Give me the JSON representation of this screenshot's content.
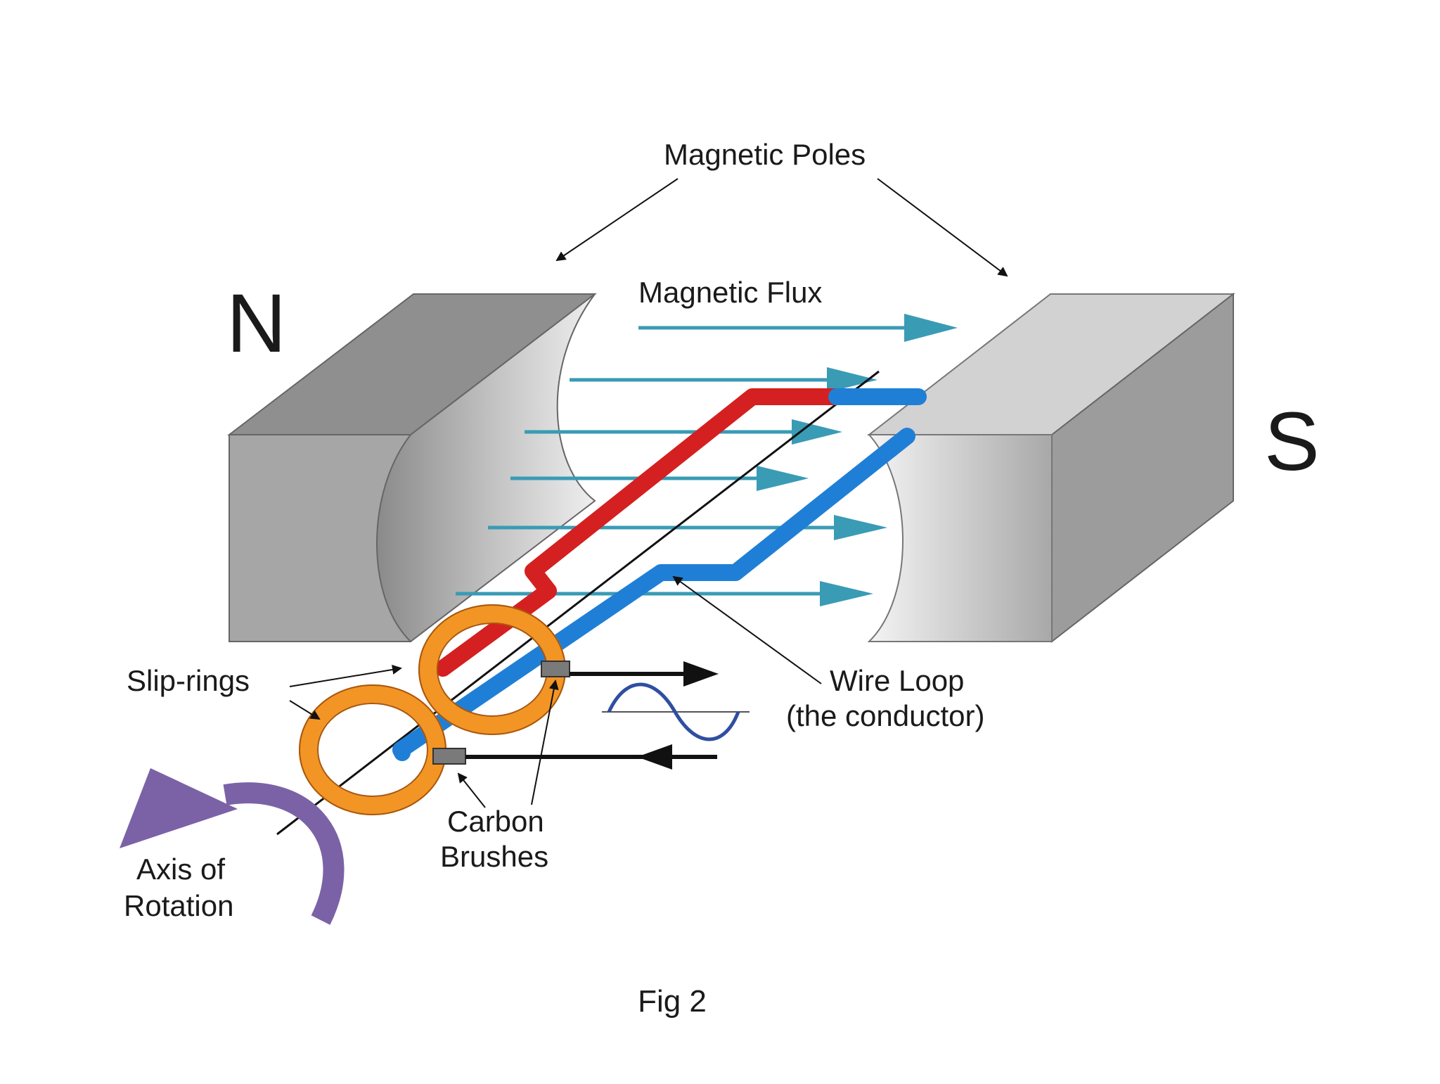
{
  "diagram": {
    "labels": {
      "magnetic_poles": "Magnetic Poles",
      "magnetic_flux": "Magnetic Flux",
      "north": "N",
      "south": "S",
      "slip_rings": "Slip-rings",
      "wire_loop_line1": "Wire Loop",
      "wire_loop_line2": "(the conductor)",
      "carbon_brushes_line1": "Carbon",
      "carbon_brushes_line2": "Brushes",
      "axis_line1": "Axis of",
      "axis_line2": "Rotation"
    },
    "caption": "Fig 2"
  },
  "colors": {
    "magnet_front": "#b4b4b4",
    "magnet_top": "#8e8e8e",
    "magnet_side": "#9a9a9a",
    "flux_arrow": "#3a9bb5",
    "wire_red": "#d42020",
    "wire_blue": "#1f7fd6",
    "slip_ring": "#f39524",
    "axis_arrow": "#7b62a6",
    "sine_wave": "#2f4fa0"
  }
}
